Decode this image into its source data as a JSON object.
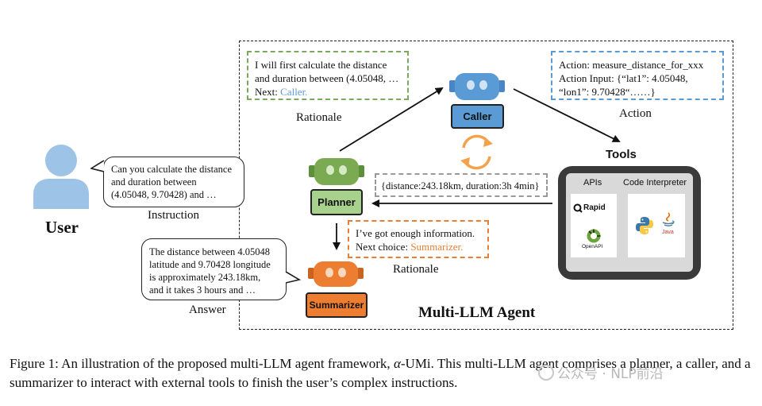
{
  "frame": {
    "title": "Multi-LLM Agent"
  },
  "user": {
    "label": "User"
  },
  "instruction": {
    "text": "Can you calculate the distance\nand duration between\n(4.05048, 9.70428) and …",
    "label": "Instruction"
  },
  "answer": {
    "text": "The distance between 4.05048\nlatitude and 9.70428 longitude\nis approximately 243.18km,\nand it takes 3 hours and …",
    "label": "Answer"
  },
  "planner": {
    "label": "Planner",
    "color": "#7aab52"
  },
  "caller": {
    "label": "Caller",
    "color": "#5b9bd5"
  },
  "summarizer": {
    "label": "Summarizer",
    "color": "#ed7d31"
  },
  "rationale_top": {
    "text": "I will first calculate the distance\nand duration between (4.05048, …",
    "next_prefix": "Next: ",
    "next_value": "Caller.",
    "label": "Rationale"
  },
  "action": {
    "text": "Action: measure_distance_for_xxx\nAction Input: {“lat1”: 4.05048,\n“lon1”: 9.70428“……}",
    "label": "Action"
  },
  "observation": {
    "text": "{distance:243.18km, duration:3h 4min}"
  },
  "rationale_bottom": {
    "text": "I’ve got enough information.",
    "next_prefix": "Next choice: ",
    "next_value": "Summarizer.",
    "label": "Rationale"
  },
  "tools": {
    "title": "Tools",
    "apis_label": "APIs",
    "interpreter_label": "Code Interpreter",
    "rapid_label": "Rapid",
    "openapi_label": "OpenAPI",
    "java_label": "Java"
  },
  "caption": {
    "prefix": "Figure 1: An illustration of the proposed multi-LLM agent framework, ",
    "alpha": "α",
    "suffix": "-UMi. This multi-LLM agent comprises a planner, a caller, and a summarizer to interact with external tools to finish the user’s complex instructions."
  },
  "watermark": {
    "text": "公众号 · NLP前沿"
  }
}
